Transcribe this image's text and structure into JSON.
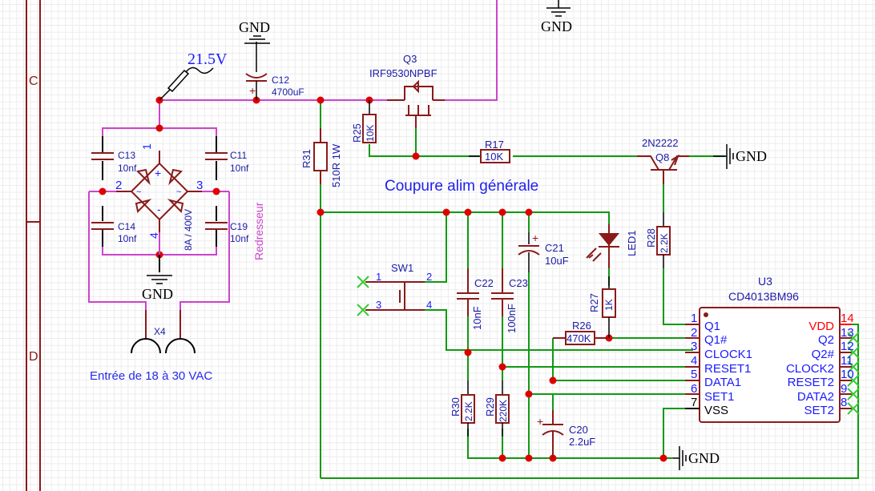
{
  "frame": {
    "row_labels": [
      "C",
      "D"
    ]
  },
  "colors": {
    "power_net": "#cc44cc",
    "signal_net": "#119911",
    "component": "#8b1a1a",
    "label": "#1a1aa8",
    "junction": "#dd0000",
    "noconnect": "#33cc33",
    "vdd": "#ff0000"
  },
  "nets": {
    "vin_label": "21.5V",
    "gnd": "GND"
  },
  "texts": {
    "section_power": "Coupure alim générale",
    "section_rectifier": "Redresseur",
    "input_caption": "Entrée de 18 à 30 VAC"
  },
  "components": {
    "C12": {
      "ref": "C12",
      "value": "4700uF"
    },
    "C13": {
      "ref": "C13",
      "value": "10nf"
    },
    "C11": {
      "ref": "C11",
      "value": "10nf"
    },
    "C14": {
      "ref": "C14",
      "value": "10nf"
    },
    "C19": {
      "ref": "C19",
      "value": "10nf"
    },
    "bridge": {
      "rating": "8A / 400V",
      "pins": [
        "1",
        "2",
        "3",
        "4"
      ],
      "plus": "+",
      "minus": "-",
      "ac": "~"
    },
    "X4": {
      "ref": "X4"
    },
    "Q3": {
      "ref": "Q3",
      "value": "IRF9530NPBF"
    },
    "R25": {
      "ref": "R25",
      "value": "10K"
    },
    "R31": {
      "ref": "R31",
      "value": "510R 1W"
    },
    "R17": {
      "ref": "R17",
      "value": "10K"
    },
    "Q8": {
      "ref": "Q8",
      "value": "2N2222"
    },
    "R28": {
      "ref": "R28",
      "value": "2.2K"
    },
    "LED1": {
      "ref": "LED1"
    },
    "R27": {
      "ref": "R27",
      "value": "1K"
    },
    "R26": {
      "ref": "R26",
      "value": "470K"
    },
    "C21": {
      "ref": "C21",
      "value": "10uF"
    },
    "C22": {
      "ref": "C22",
      "value": "10nF"
    },
    "C23": {
      "ref": "C23",
      "value": "100nF"
    },
    "SW1": {
      "ref": "SW1",
      "pins": [
        "1",
        "2",
        "3",
        "4"
      ]
    },
    "R30": {
      "ref": "R30",
      "value": "2.2K"
    },
    "R29": {
      "ref": "R29",
      "value": "220K"
    },
    "C20": {
      "ref": "C20",
      "value": "2.2uF"
    },
    "U3": {
      "ref": "U3",
      "value": "CD4013BM96",
      "left_pins": [
        {
          "num": "1",
          "name": "Q1"
        },
        {
          "num": "2",
          "name": "Q1#"
        },
        {
          "num": "3",
          "name": "CLOCK1"
        },
        {
          "num": "4",
          "name": "RESET1"
        },
        {
          "num": "5",
          "name": "DATA1"
        },
        {
          "num": "6",
          "name": "SET1"
        },
        {
          "num": "7",
          "name": "VSS"
        }
      ],
      "right_pins": [
        {
          "num": "14",
          "name": "VDD"
        },
        {
          "num": "13",
          "name": "Q2"
        },
        {
          "num": "12",
          "name": "Q2#"
        },
        {
          "num": "11",
          "name": "CLOCK2"
        },
        {
          "num": "10",
          "name": "RESET2"
        },
        {
          "num": "9",
          "name": "DATA2"
        },
        {
          "num": "8",
          "name": "SET2"
        }
      ]
    }
  }
}
